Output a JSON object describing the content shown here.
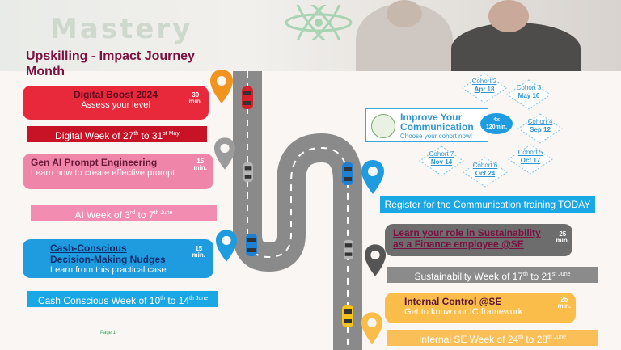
{
  "banner": {
    "logo_text": "Mastery"
  },
  "page_title": "Upskilling - Impact Journey Month",
  "cards": {
    "digital_boost": {
      "title": "Digital Boost 2024",
      "subtitle": "Assess your level",
      "dur_num": "30",
      "dur_unit": "min."
    },
    "gen_ai": {
      "title": "Gen AI Prompt Engineering ",
      "subtitle": "Learn how to create effective prompt",
      "dur_num": "15",
      "dur_unit": "min."
    },
    "cash": {
      "title_line1": "Cash-Conscious ",
      "title_line2": "Decision-Making Nudges",
      "subtitle": "Learn from this practical case",
      "dur_num": "15",
      "dur_unit": "min."
    },
    "sustainability": {
      "title_line1": "Learn your role in Sustainability",
      "title_line2": "as a Finance employee @SE",
      "dur_num": "25",
      "dur_unit": "min."
    },
    "internal_control": {
      "title": "Internal Control @SE",
      "subtitle": "Get to know our IC framework",
      "dur_num": "25",
      "dur_unit": "min."
    }
  },
  "weeks": {
    "digital": {
      "pre": "Digital Week of 27",
      "sup1": "th",
      "mid": " to 31",
      "sup2": "st  May"
    },
    "ai": {
      "pre": "AI Week of 3",
      "sup1": "rd",
      "mid": " to 7",
      "sup2": "th June"
    },
    "cash": {
      "pre": "Cash Conscious Week of 10",
      "sup1": "th",
      "mid": " to 14",
      "sup2": "th June"
    },
    "sustainability": {
      "pre": "Sustainability Week of 17",
      "sup1": "th",
      "mid": " to 21",
      "sup2": "st June"
    },
    "internal_se": {
      "pre": "Internal SE Week of 24",
      "sup1": "th",
      "mid": " to 28",
      "sup2": "th June"
    }
  },
  "register": "Register for the Communication training TODAY",
  "communication": {
    "title_line1": "Improve Your",
    "title_line2": "Communication",
    "subtitle": "Choose your cohort now!",
    "badge_line1": "4x",
    "badge_line2": "120min."
  },
  "cohorts": [
    {
      "label": "Cohort 2",
      "date": "Apr 18"
    },
    {
      "label": "Cohort 3",
      "date": "May 16"
    },
    {
      "label": "Cohort 4",
      "date": "Sep 12"
    },
    {
      "label": "Cohort 5",
      "date": "Oct 17"
    },
    {
      "label": "Cohort 6",
      "date": "Oct 24"
    },
    {
      "label": "Cohort 7",
      "date": "Nov 14"
    }
  ],
  "page_label": "Page 1",
  "colors": {
    "title": "#7a1140",
    "road": "#8a8a8a",
    "red": "#e8293b",
    "pink": "#ef86aa",
    "blue": "#1f9be0",
    "gray": "#6d6d6d",
    "orange": "#fbbd4a"
  }
}
